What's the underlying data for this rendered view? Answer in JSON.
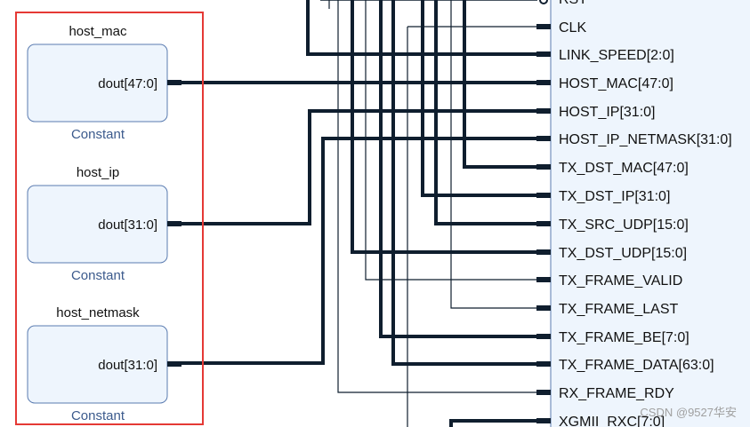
{
  "left_blocks": [
    {
      "title": "host_mac",
      "port": "dout[47:0]",
      "kind": "Constant"
    },
    {
      "title": "host_ip",
      "port": "dout[31:0]",
      "kind": "Constant"
    },
    {
      "title": "host_netmask",
      "port": "dout[31:0]",
      "kind": "Constant"
    }
  ],
  "right_block": {
    "pins": [
      {
        "label": "RST"
      },
      {
        "label": "CLK"
      },
      {
        "label": "LINK_SPEED[2:0]"
      },
      {
        "label": "HOST_MAC[47:0]"
      },
      {
        "label": "HOST_IP[31:0]"
      },
      {
        "label": "HOST_IP_NETMASK[31:0]"
      },
      {
        "label": "TX_DST_MAC[47:0]"
      },
      {
        "label": "TX_DST_IP[31:0]"
      },
      {
        "label": "TX_SRC_UDP[15:0]"
      },
      {
        "label": "TX_DST_UDP[15:0]"
      },
      {
        "label": "TX_FRAME_VALID"
      },
      {
        "label": "TX_FRAME_LAST"
      },
      {
        "label": "TX_FRAME_BE[7:0]"
      },
      {
        "label": "TX_FRAME_DATA[63:0]"
      },
      {
        "label": "RX_FRAME_RDY"
      },
      {
        "label": "XGMII_RXC[7:0]"
      }
    ]
  },
  "watermark": "CSDN @9527华安",
  "colors": {
    "bus": "#0f1e2e",
    "block_fill": "#eef5fd",
    "block_stroke": "#5a7bb0",
    "highlight": "#e53935"
  }
}
